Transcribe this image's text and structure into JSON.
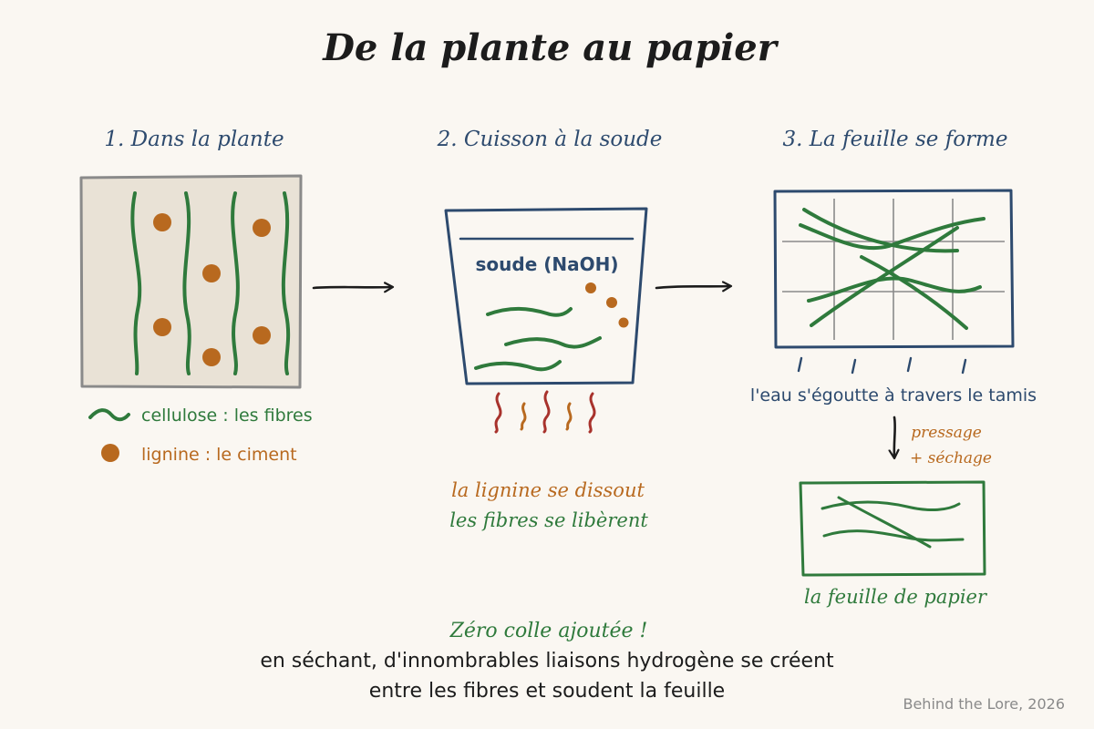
{
  "title": "De la plante au papier",
  "colors": {
    "background": "#faf7f2",
    "ink": "#1c1c1c",
    "blue": "#2d4a6e",
    "green": "#2f7a3c",
    "orange": "#b8691f",
    "red": "#a8322c",
    "grey": "#8a8a8a",
    "panel_fill": "#e9e2d6"
  },
  "steps": [
    {
      "label": "1. Dans la plante"
    },
    {
      "label": "2. Cuisson à la soude"
    },
    {
      "label": "3. La feuille se forme"
    }
  ],
  "legend": {
    "cellulose": "cellulose : les fibres",
    "lignin": "lignine : le ciment"
  },
  "pot": {
    "label": "soude (NaOH)",
    "caption_line1": "la lignine se dissout",
    "caption_line2": "les fibres se libèrent"
  },
  "sieve": {
    "drain_text": "l'eau s'égoutte à travers le tamis",
    "press_line1": "pressage",
    "press_line2": "+ séchage",
    "sheet_label": "la feuille de papier"
  },
  "conclusion": {
    "headline": "Zéro colle ajoutée !",
    "line1": "en séchant, d'innombrables liaisons hydrogène se créent",
    "line2": "entre les fibres et soudent la feuille"
  },
  "credit": "Behind the Lore, 2026"
}
